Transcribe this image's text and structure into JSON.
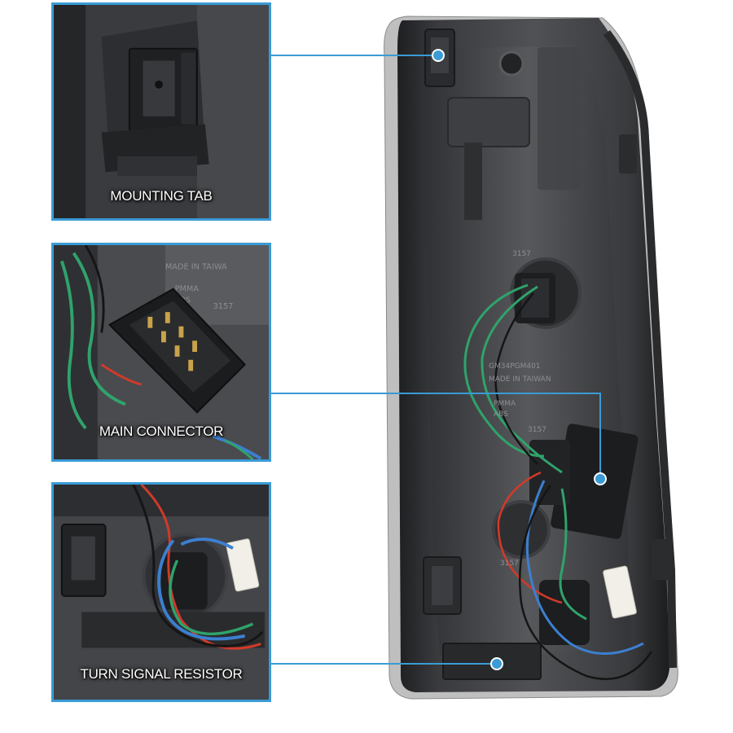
{
  "callouts": [
    {
      "label": "MOUNTING TAB"
    },
    {
      "label": "MAIN CONNECTOR"
    },
    {
      "label": "TURN SIGNAL RESISTOR"
    }
  ],
  "housing_markings": {
    "bulb_code_upper": "3157",
    "part_code": "GM34PGM401",
    "origin": "MADE IN TAIWAN",
    "material_1": "PMMA",
    "material_2": "ABS",
    "bulb_code_lower": "3157",
    "bulb_code_bottom": "3157"
  },
  "connector_markings": {
    "origin": "MADE IN TAIWA",
    "material_1": "PMMA",
    "material_2": "ABS",
    "bulb_code": "3157"
  },
  "colors": {
    "callout_blue": "#3a9bd5",
    "housing_dark": "#2b2c2e",
    "wire_green": "#2fa36b",
    "wire_blue": "#3c7fd0",
    "wire_red": "#d23a2a",
    "wire_black": "#151515"
  }
}
